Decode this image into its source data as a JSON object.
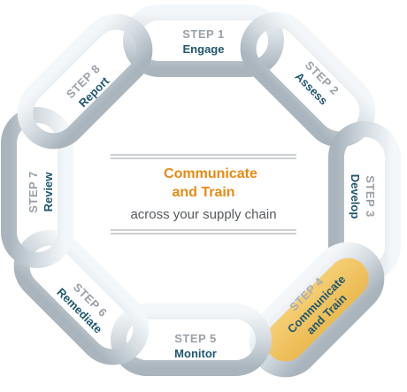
{
  "colors": {
    "link_light": "#eef2f5",
    "link_mid": "#c9d2d9",
    "link_dark": "#9fabb4",
    "highlight": "#f0c25c",
    "step_number": "#9aa0a6",
    "step_label": "#1f5670",
    "center_title": "#e88a14",
    "center_sub": "#555a5e"
  },
  "center": {
    "title_line1": "Communicate",
    "title_line2": "and Train",
    "subtitle": "across your supply chain"
  },
  "steps": [
    {
      "number": "STEP 1",
      "label": "Engage",
      "highlighted": false
    },
    {
      "number": "STEP 2",
      "label": "Assess",
      "highlighted": false
    },
    {
      "number": "STEP 3",
      "label": "Develop",
      "highlighted": false
    },
    {
      "number": "STEP 4",
      "label": "Communicate",
      "label2": "and Train",
      "highlighted": true
    },
    {
      "number": "STEP 5",
      "label": "Monitor",
      "highlighted": false
    },
    {
      "number": "STEP 6",
      "label": "Remediate",
      "highlighted": false
    },
    {
      "number": "STEP 7",
      "label": "Review",
      "highlighted": false
    },
    {
      "number": "STEP 8",
      "label": "Report",
      "highlighted": false
    }
  ]
}
